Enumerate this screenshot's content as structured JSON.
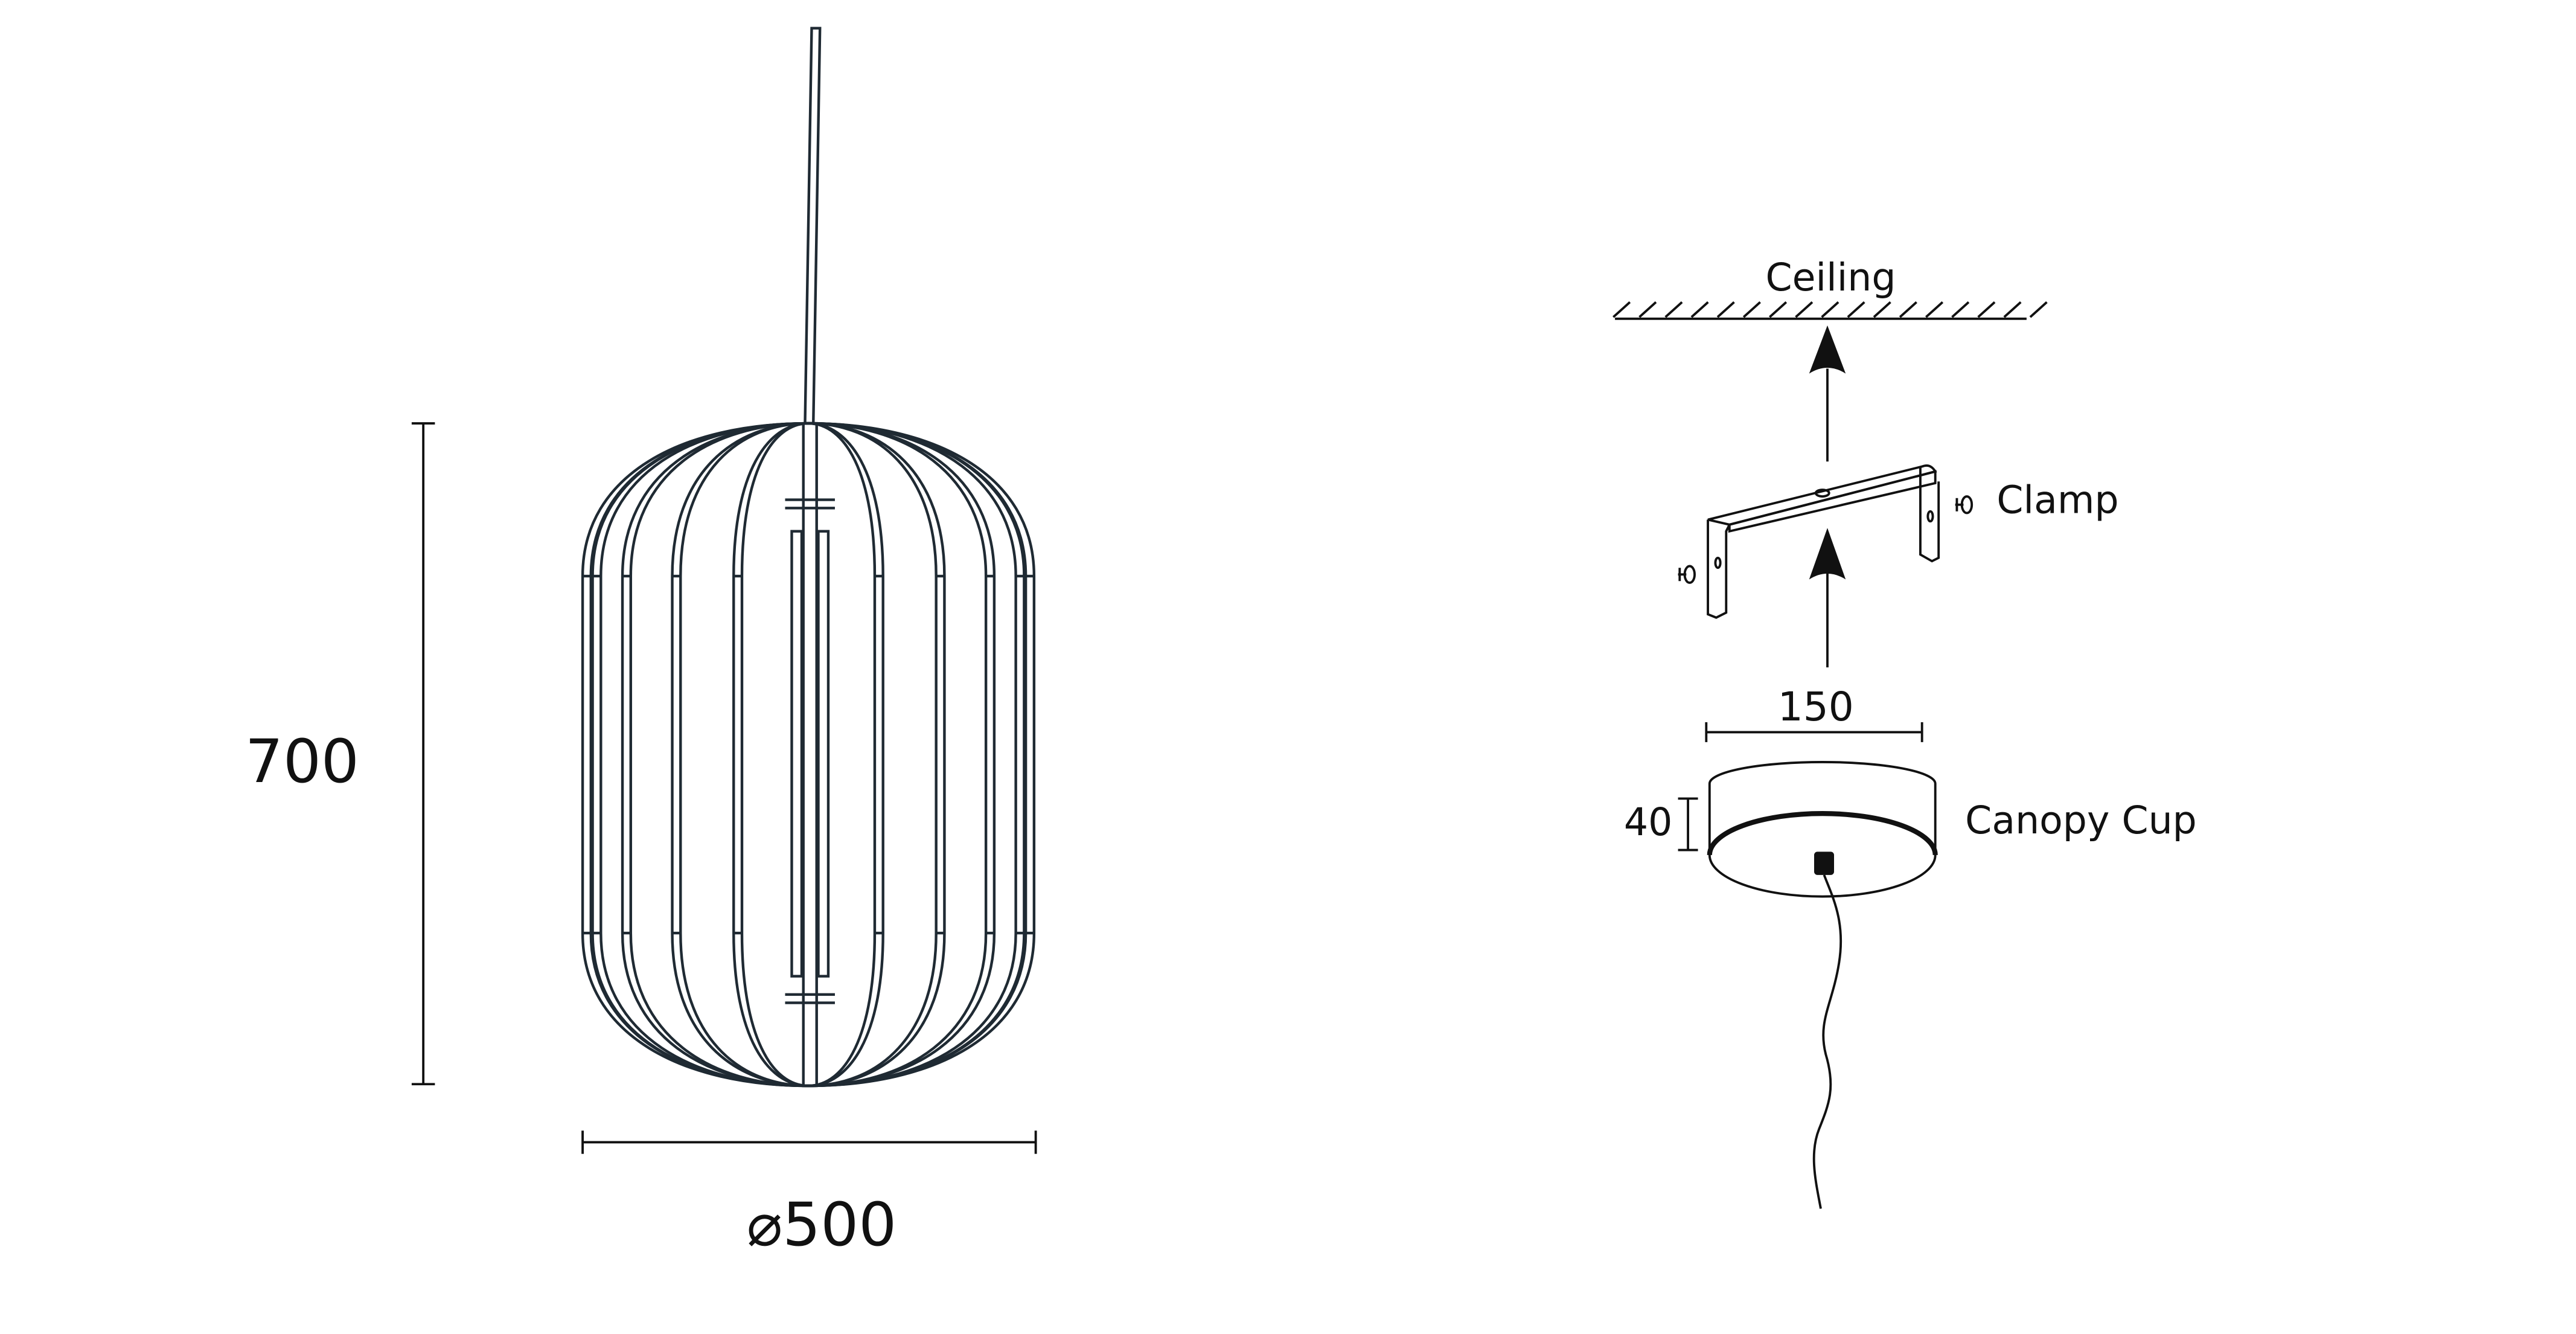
{
  "pendant": {
    "height_label": "700",
    "diameter_label": "⌀500"
  },
  "mounting": {
    "ceiling_label": "Ceiling",
    "clamp_label": "Clamp",
    "canopy_label": "Canopy Cup",
    "canopy_width_label": "150",
    "canopy_height_label": "40"
  },
  "colors": {
    "line": "#1f2a33",
    "background": "#ffffff"
  }
}
